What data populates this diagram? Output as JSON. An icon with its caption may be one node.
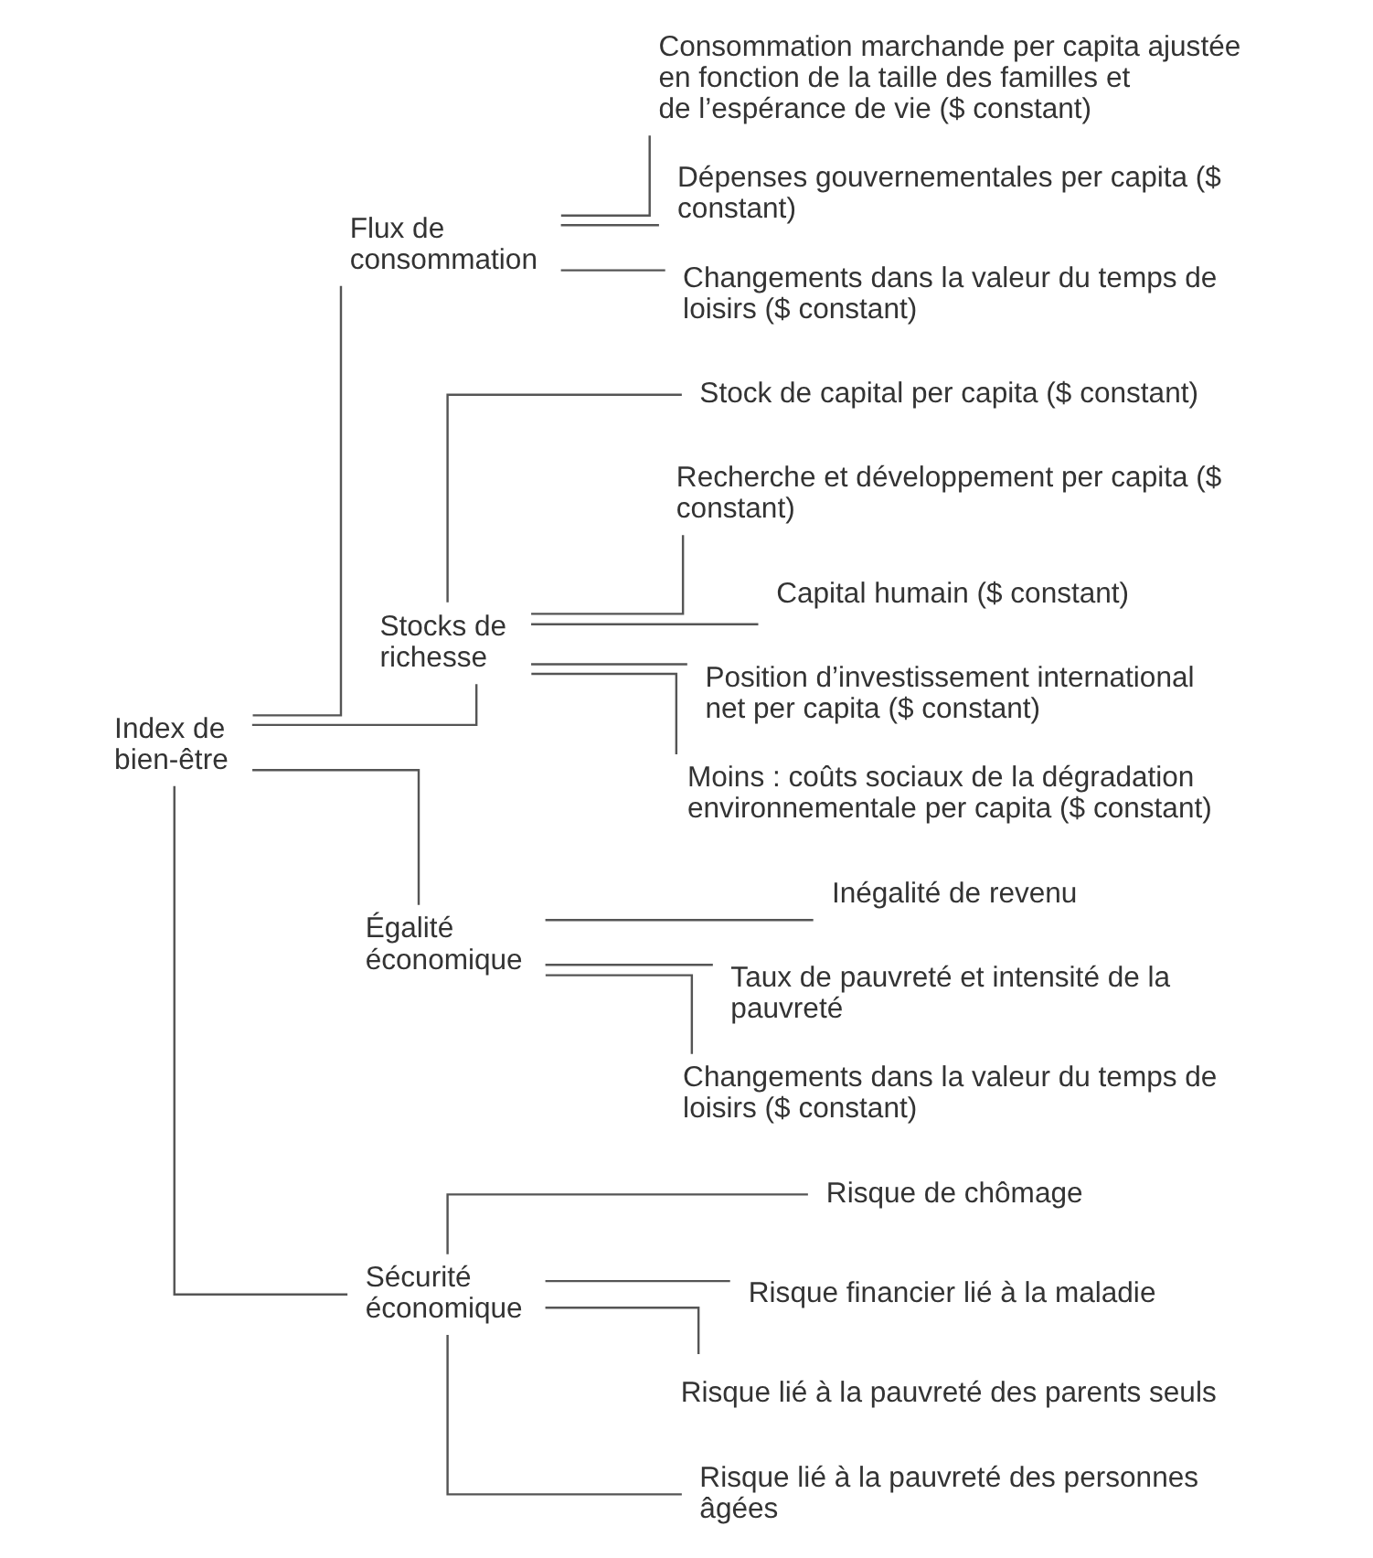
{
  "diagram": {
    "nodes": [
      {
        "text": [
          "Index de bien-être"
        ]
      },
      {
        "text": [
          "Flux de consommation"
        ]
      },
      {
        "text": [
          "Consommation marchande per capita ajustée en fonction de la taille des familles et de l’espérance de vie ($ constant)"
        ]
      },
      {
        "text": [
          "Dépenses gouvernementales per capita ($ constant)"
        ]
      },
      {
        "text": [
          "Changements dans la valeur du temps de loisirs ($ constant)"
        ]
      },
      {
        "text": [
          "Stocks de richesse"
        ]
      },
      {
        "text": [
          "Stock de capital per capita ($ constant)"
        ]
      },
      {
        "text": [
          "Recherche et développement per capita ($ constant)"
        ]
      },
      {
        "text": [
          "Capital humain ($ constant)"
        ]
      },
      {
        "text": [
          "Position d’investissement international net per capita ($ constant)"
        ]
      },
      {
        "text": [
          "Moins : coûts sociaux de la dégradation environnementale per capita ($ constant)"
        ]
      },
      {
        "text": [
          "Égalité économique"
        ]
      },
      {
        "text": [
          "Inégalité de revenu"
        ]
      },
      {
        "text": [
          "Taux de pauvreté et intensité de la pauvreté"
        ]
      },
      {
        "text": [
          "Changements dans la valeur du temps de loisirs ($ constant)"
        ]
      },
      {
        "text": [
          "Sécurité économique"
        ]
      },
      {
        "text": [
          "Risque de chômage"
        ]
      },
      {
        "text": [
          "Risque financier lié à la maladie"
        ]
      },
      {
        "text": [
          "Risque lié à la pauvreté des parents seuls"
        ]
      },
      {
        "text": [
          "Risque lié à la pauvreté des personnes âgées"
        ]
      }
    ],
    "edges": [
      {
        "from": 0,
        "to": 1,
        "arrow": "none"
      },
      {
        "from": 0,
        "to": 5,
        "arrow": "none"
      },
      {
        "from": 0,
        "to": 11,
        "arrow": "none"
      },
      {
        "from": 0,
        "to": 15,
        "arrow": "none"
      },
      {
        "from": 1,
        "to": 2,
        "arrow": "none"
      },
      {
        "from": 1,
        "to": 3,
        "arrow": "none"
      },
      {
        "from": 1,
        "to": 4,
        "arrow": "none"
      },
      {
        "from": 5,
        "to": 6,
        "arrow": "none"
      },
      {
        "from": 5,
        "to": 7,
        "arrow": "none"
      },
      {
        "from": 5,
        "to": 8,
        "arrow": "none"
      },
      {
        "from": 5,
        "to": 9,
        "arrow": "none"
      },
      {
        "from": 5,
        "to": 10,
        "arrow": "none"
      },
      {
        "from": 11,
        "to": 12,
        "arrow": "none"
      },
      {
        "from": 11,
        "to": 13,
        "arrow": "none"
      },
      {
        "from": 11,
        "to": 14,
        "arrow": "none"
      },
      {
        "from": 15,
        "to": 16,
        "arrow": "none"
      },
      {
        "from": 15,
        "to": 17,
        "arrow": "none"
      },
      {
        "from": 15,
        "to": 18,
        "arrow": "none"
      },
      {
        "from": 15,
        "to": 19,
        "arrow": "none"
      }
    ]
  }
}
